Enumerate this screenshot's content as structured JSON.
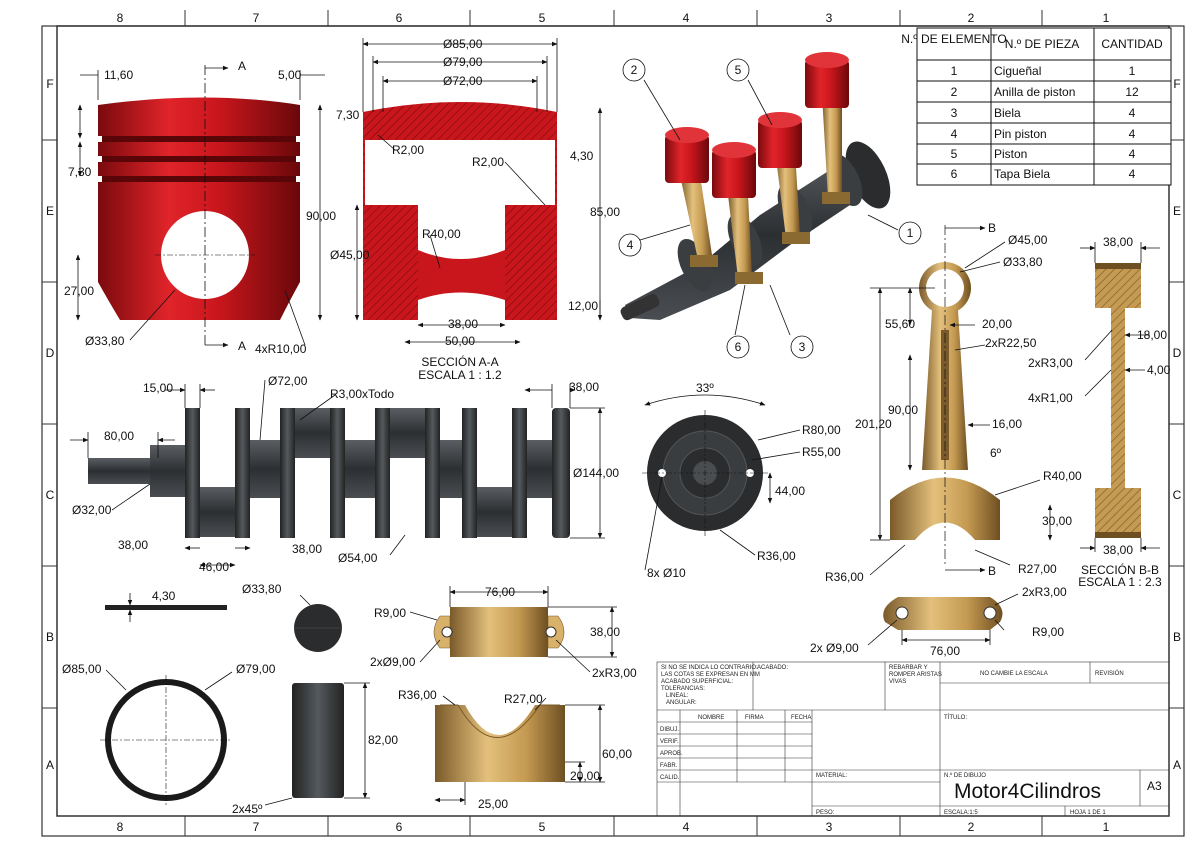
{
  "colors": {
    "piston": "#c8161c",
    "piston_dark": "#7a0a0d",
    "steel": "#3a3d40",
    "steel_dark": "#1e2022",
    "bronze": "#c59a52",
    "bronze_dark": "#7a5a2a",
    "line": "#111111",
    "hatch": "#8a0a10"
  },
  "grid": {
    "cols": [
      "8",
      "7",
      "6",
      "5",
      "4",
      "3",
      "2",
      "1"
    ],
    "rows": [
      "F",
      "E",
      "D",
      "C",
      "B",
      "A"
    ]
  },
  "bom": {
    "headers": [
      "N.º DE ELEMENTO",
      "N.º DE PIEZA",
      "CANTIDAD"
    ],
    "rows": [
      {
        "n": "1",
        "part": "Cigueñal",
        "qty": "1"
      },
      {
        "n": "2",
        "part": "Anilla de piston",
        "qty": "12"
      },
      {
        "n": "3",
        "part": "Biela",
        "qty": "4"
      },
      {
        "n": "4",
        "part": "Pin piston",
        "qty": "4"
      },
      {
        "n": "5",
        "part": "Piston",
        "qty": "4"
      },
      {
        "n": "6",
        "part": "Tapa Biela",
        "qty": "4"
      }
    ]
  },
  "balloons": [
    "1",
    "2",
    "3",
    "4",
    "5",
    "6"
  ],
  "piston_view": {
    "dims": [
      "11,60",
      "5,00",
      "7,30",
      "90,00",
      "27,00",
      "Ø33,80",
      "4xR10,00"
    ],
    "section_marks": [
      "A",
      "A"
    ]
  },
  "section_aa": {
    "dims": [
      "Ø85,00",
      "Ø79,00",
      "Ø72,00",
      "7,30",
      "R2,00",
      "R2,00",
      "4,30",
      "85,00",
      "Ø45,00",
      "R40,00",
      "12,00",
      "38,00",
      "50,00"
    ],
    "caption": "SECCIÓN A-A",
    "scale": "ESCALA 1 : 1.2"
  },
  "crankshaft": {
    "dims": [
      "15,00",
      "Ø72,00",
      "R3,00xTodo",
      "38,00",
      "80,00",
      "Ø144,00",
      "Ø32,00",
      "38,00",
      "46,00",
      "38,00",
      "Ø54,00"
    ]
  },
  "flywheel": {
    "dims": [
      "33º",
      "R80,00",
      "R55,00",
      "44,00",
      "R36,00",
      "8x Ø10"
    ]
  },
  "conrod": {
    "dims": [
      "Ø45,00",
      "Ø33,80",
      "55,60",
      "20,00",
      "2xR22,50",
      "90,00",
      "16,00",
      "201,20",
      "6º",
      "R40,00",
      "30,00",
      "R27,00",
      "R36,00"
    ],
    "section_marks": [
      "B",
      "B"
    ]
  },
  "section_bb": {
    "dims": [
      "38,00",
      "18,00",
      "2xR3,00",
      "4,00",
      "4xR1,00",
      "38,00"
    ],
    "caption": "SECCIÓN B-B",
    "scale": "ESCALA 1 : 2.3"
  },
  "cap": {
    "dims": [
      "2xR3,00",
      "R9,00",
      "2x Ø9,00",
      "76,00"
    ]
  },
  "ring": {
    "dims": [
      "4,30",
      "Ø85,00",
      "Ø79,00"
    ]
  },
  "pin": {
    "dims": [
      "Ø33,80",
      "82,00",
      "2x45º"
    ]
  },
  "cap2": {
    "dims": [
      "76,00",
      "R9,00",
      "38,00",
      "2xØ9,00",
      "2xR3,00"
    ]
  },
  "cap3": {
    "dims": [
      "R36,00",
      "R27,00",
      "60,00",
      "20,00",
      "25,00"
    ]
  },
  "title_block": {
    "note_lines": [
      "SI NO SE INDICA LO CONTRARIO:",
      "LAS COTAS SE EXPRESAN EN MM",
      "ACABADO SUPERFICIAL:",
      "TOLERANCIAS:",
      "LINEAL:",
      "ANGULAR:"
    ],
    "acabado": "ACABADO:",
    "rebarbar": [
      "REBARBAR Y",
      "ROMPER ARISTAS",
      "VIVAS"
    ],
    "no_cambie": "NO CAMBIE LA ESCALA",
    "revision": "REVISIÓN",
    "cols": [
      "NOMBRE",
      "FIRMA",
      "FECHA"
    ],
    "rows": [
      "DIBUJ.",
      "VERIF.",
      "APROB.",
      "FABR.",
      "CALID."
    ],
    "titulo": "TÍTULO:",
    "material": "MATERIAL:",
    "n_dibujo": "N.º DE DIBUJO",
    "drawing": "Motor4Cilindros",
    "size": "A3",
    "peso": "PESO:",
    "escala": "ESCALA:1:5",
    "hoja": "HOJA 1 DE 1"
  }
}
